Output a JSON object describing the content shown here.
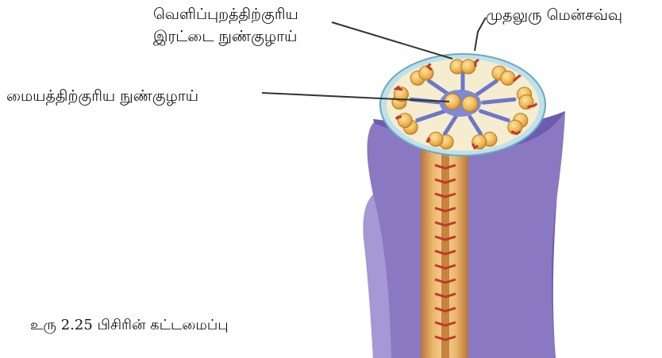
{
  "labels": {
    "outer_doublet_line1": "வெளிப்புறத்திற்குரிய",
    "outer_doublet_line2": "இரட்டை நுண்குழாய்",
    "plasma_membrane": "முதலுரு மென்சவ்வு",
    "central_microtubule": "மையத்திற்குரிய நுண்குழாய்"
  },
  "caption": "உரு 2.25 பிசிரின் கட்டமைப்பு",
  "colors": {
    "sheath": "#8a78c2",
    "sheath_dark": "#6a5aa8",
    "shaft": "#e0a74e",
    "doublet": "#f0b852",
    "spoke": "#6b78c8",
    "arm": "#c0392b",
    "membrane": "#9fd0e0"
  }
}
